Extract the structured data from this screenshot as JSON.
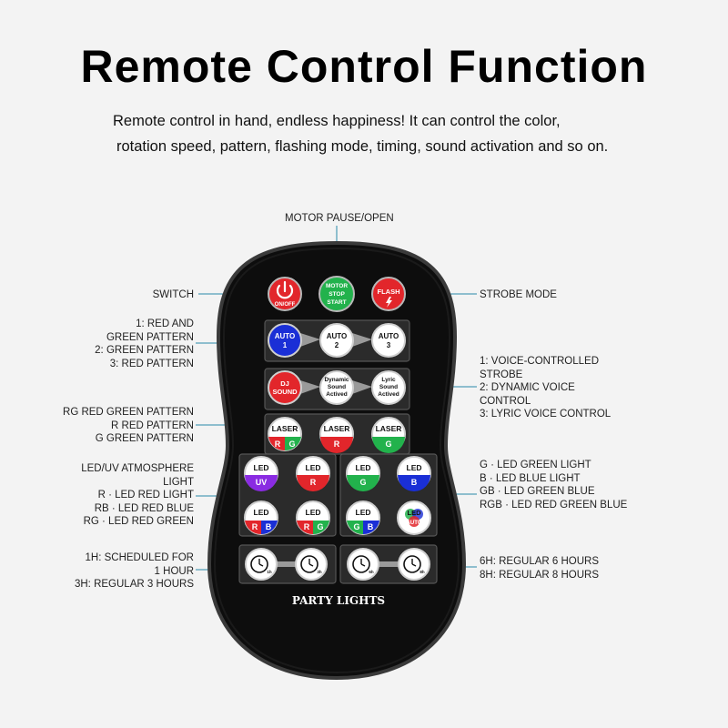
{
  "title": "Remote Control Function",
  "subtitle": {
    "line1": "Remote control in hand, endless happiness!  It can control the color,",
    "line2": "rotation speed, pattern, flashing mode, timing, sound activation and so on."
  },
  "labels": {
    "motor": [
      "MOTOR PAUSE/OPEN"
    ],
    "switch": [
      "SWITCH"
    ],
    "strobe": [
      "STROBE MODE"
    ],
    "auto": [
      "1: RED AND",
      "GREEN PATTERN",
      "2: GREEN PATTERN",
      "3: RED PATTERN"
    ],
    "voice": [
      "1: VOICE-CONTROLLED",
      "STROBE",
      "2: DYNAMIC VOICE",
      "CONTROL",
      "3: LYRIC VOICE CONTROL"
    ],
    "laser": [
      "RG RED GREEN PATTERN",
      "R RED PATTERN",
      "G GREEN PATTERN"
    ],
    "led_left": [
      "LED/UV ATMOSPHERE",
      "LIGHT",
      "R · LED RED LIGHT",
      "RB · LED RED BLUE",
      "RG · LED RED GREEN"
    ],
    "led_right": [
      "G · LED GREEN LIGHT",
      "B · LED BLUE LIGHT",
      "GB · LED GREEN BLUE",
      "RGB · LED RED GREEN BLUE"
    ],
    "timer_left": [
      "1H: SCHEDULED FOR",
      "1 HOUR",
      "3H: REGULAR 3 HOURS"
    ],
    "timer_right": [
      "6H: REGULAR 6 HOURS",
      "8H: REGULAR 8 HOURS"
    ]
  },
  "remote": {
    "brand": "PARTY LIGHTS",
    "power": {
      "icon": "power-icon",
      "label": "ON/OFF"
    },
    "motor": [
      "MOTOR",
      "STOP",
      "START"
    ],
    "flash": {
      "label": "FLASH",
      "icon": "lightning-icon"
    },
    "auto1": [
      "AUTO",
      "1"
    ],
    "auto2": [
      "AUTO",
      "2"
    ],
    "auto3": [
      "AUTO",
      "3"
    ],
    "dj": [
      "DJ",
      "SOUND"
    ],
    "dynamic": [
      "Dynamic",
      "Sound",
      "Actived"
    ],
    "lyric": [
      "Lyric",
      "Sound",
      "Actived"
    ],
    "laser_top": "LASER",
    "laser_rg": [
      "R",
      "G"
    ],
    "laser_r": "R",
    "laser_g": "G",
    "led_top": "LED",
    "led_uv": "UV",
    "led_r": "R",
    "led_g": "G",
    "led_b": "B",
    "led_rb": [
      "R",
      "B"
    ],
    "led_rg": [
      "R",
      "G"
    ],
    "led_gb": [
      "G",
      "B"
    ],
    "led_auto": "AUTO",
    "timers": [
      "1h",
      "3h",
      "6h",
      "8h"
    ]
  },
  "colors": {
    "red": "#e2262b",
    "green": "#22b24c",
    "blue": "#1a2fd6",
    "purple": "#8a2be2",
    "body": "#0d0d0d"
  }
}
